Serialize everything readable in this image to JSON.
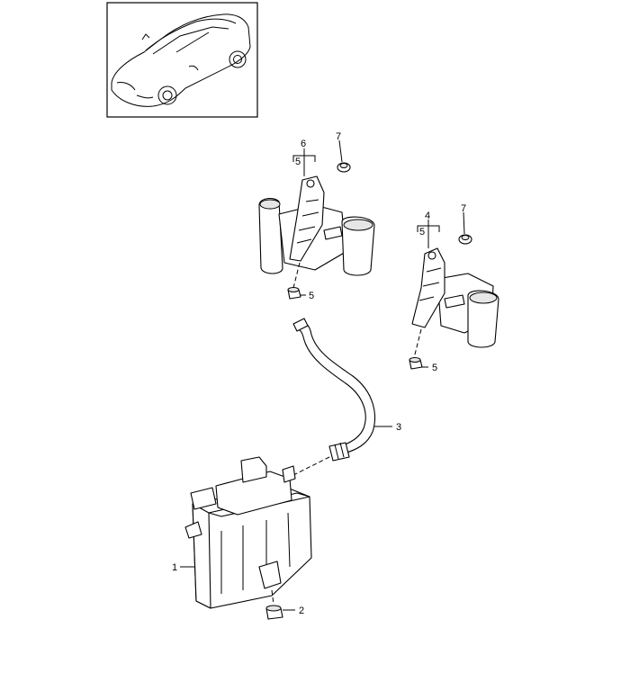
{
  "callouts": {
    "c1": "1",
    "c2": "2",
    "c3": "3",
    "c4": "4",
    "c5_a": "5",
    "c5_b": "5",
    "c5_c": "5",
    "c5_d": "5",
    "c6": "6",
    "c7_a": "7",
    "c7_b": "7"
  }
}
